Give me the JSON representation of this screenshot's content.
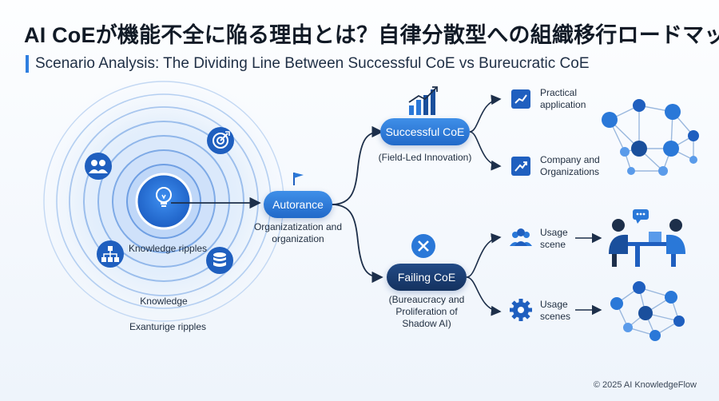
{
  "header": {
    "title": "AI CoEが機能不全に陥る理由とは？自律分散型への組織移行ロードマップ",
    "subtitle": "Scenario Analysis: The Dividing Line Between Successful CoE vs Bureucratic CoE"
  },
  "ripples": {
    "center_label": "Knowledge ripples",
    "label_2": "Knowledge",
    "label_3": "Exanturige ripples"
  },
  "hub": {
    "pill": "Autorance",
    "caption": "Organizatization and organization"
  },
  "success": {
    "pill": "Successful CoE",
    "caption": "(Field-Led Innovation)",
    "branch_1": "Practical application",
    "branch_2": "Company and Organizations"
  },
  "failure": {
    "pill": "Failing CoE",
    "caption": "(Bureaucracy and Proliferation of Shadow AI)",
    "branch_1": "Usage scene",
    "branch_2": "Usage scenes"
  },
  "footer": {
    "copyright": "© 2025 AI KnowledgeFlow"
  },
  "colors": {
    "primary": "#2a78d8",
    "navy": "#1a3d70",
    "line": "#1d2f4a"
  }
}
